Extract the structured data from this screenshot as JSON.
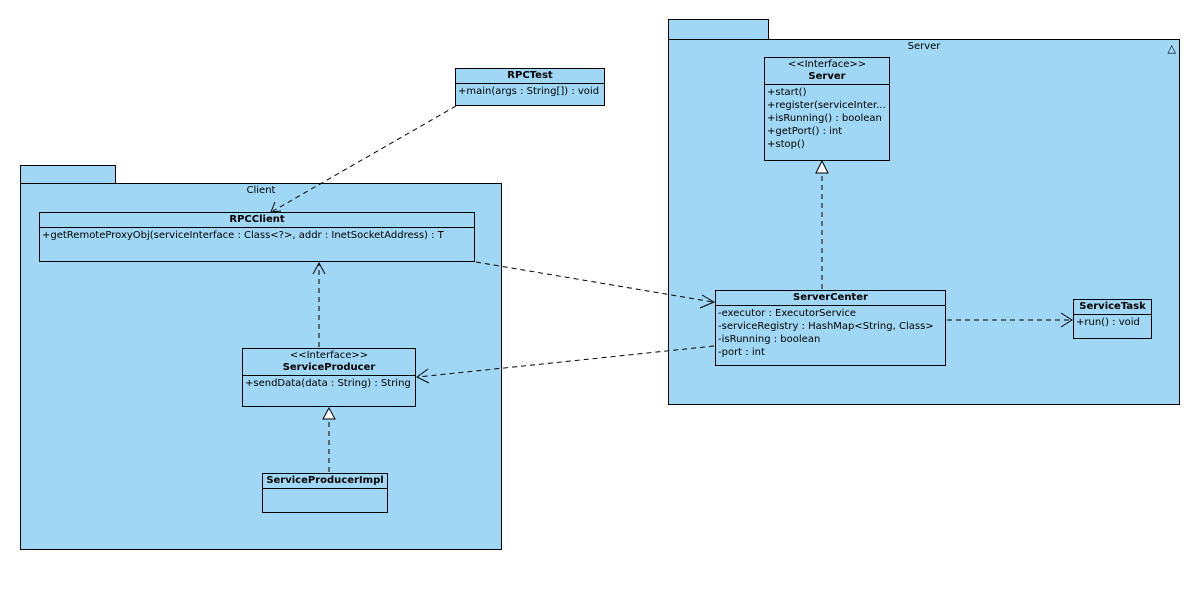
{
  "packages": {
    "client": {
      "name": "Client"
    },
    "server": {
      "name": "Server",
      "icon": "triangle-icon"
    }
  },
  "classes": {
    "rpctest": {
      "name": "RPCTest",
      "methods": [
        "+main(args : String[]) : void"
      ]
    },
    "rpcclient": {
      "name": "RPCClient",
      "methods": [
        "+getRemoteProxyObj(serviceInterface : Class<?>, addr : InetSocketAddress) : T"
      ]
    },
    "serviceproducer": {
      "stereotype": "<<Interface>>",
      "name": "ServiceProducer",
      "methods": [
        "+sendData(data : String) : String"
      ]
    },
    "serviceproducerimpl": {
      "name": "ServiceProducerImpl"
    },
    "server": {
      "stereotype": "<<Interface>>",
      "name": "Server",
      "methods": [
        "+start()",
        "+register(serviceInter...",
        "+isRunning() : boolean",
        "+getPort() : int",
        "+stop()"
      ]
    },
    "servercenter": {
      "name": "ServerCenter",
      "attributes": [
        "-executor : ExecutorService",
        "-serviceRegistry : HashMap<String, Class>",
        "-isRunning : boolean",
        "-port : int"
      ]
    },
    "servicetask": {
      "name": "ServiceTask",
      "methods": [
        "+run() : void"
      ]
    }
  },
  "colors": {
    "fill": "#9fd7f5",
    "line": "#000000"
  }
}
